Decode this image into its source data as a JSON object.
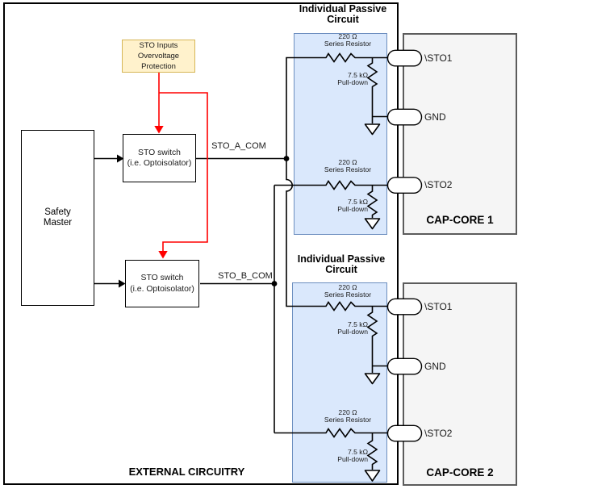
{
  "colors": {
    "wire": "#000000",
    "overvoltage_wire": "#ff0000",
    "passive_fill": "#dae8fc",
    "passive_border": "#6c8ebf",
    "overvoltage_fill": "#fff2cc",
    "overvoltage_border": "#d6b656",
    "core_fill": "#f5f5f5",
    "core_border": "#5c5c5c"
  },
  "external": {
    "label": "EXTERNAL CIRCUITRY"
  },
  "safety_master": {
    "line1": "Safety",
    "line2": "Master"
  },
  "overvoltage": {
    "line1": "STO Inputs",
    "line2": "Overvoltage",
    "line3": "Protection"
  },
  "switches": {
    "a": {
      "line1": "STO switch",
      "line2": "(i.e. Optoisolator)"
    },
    "b": {
      "line1": "STO switch",
      "line2": "(i.e. Optoisolator)"
    }
  },
  "nets": {
    "a": "STO_A_COM",
    "b": "STO_B_COM"
  },
  "sections": [
    {
      "title_line1": "Individual Passive",
      "title_line2": "Circuit",
      "rows": [
        {
          "series_value": "220 Ω",
          "series_label": "Series Resistor",
          "pull_value": "7.5 kΩ",
          "pull_label": "Pull-down"
        },
        {
          "series_value": "220 Ω",
          "series_label": "Series Resistor",
          "pull_value": "7.5 kΩ",
          "pull_label": "Pull-down"
        }
      ]
    },
    {
      "title_line1": "Individual Passive",
      "title_line2": "Circuit",
      "rows": [
        {
          "series_value": "220 Ω",
          "series_label": "Series Resistor",
          "pull_value": "7.5 kΩ",
          "pull_label": "Pull-down"
        },
        {
          "series_value": "220 Ω",
          "series_label": "Series Resistor",
          "pull_value": "7.5 kΩ",
          "pull_label": "Pull-down"
        }
      ]
    }
  ],
  "cores": [
    {
      "name": "CAP-CORE 1",
      "pins": [
        "\\STO1",
        "GND",
        "\\STO2"
      ]
    },
    {
      "name": "CAP-CORE 2",
      "pins": [
        "\\STO1",
        "GND",
        "\\STO2"
      ]
    }
  ]
}
